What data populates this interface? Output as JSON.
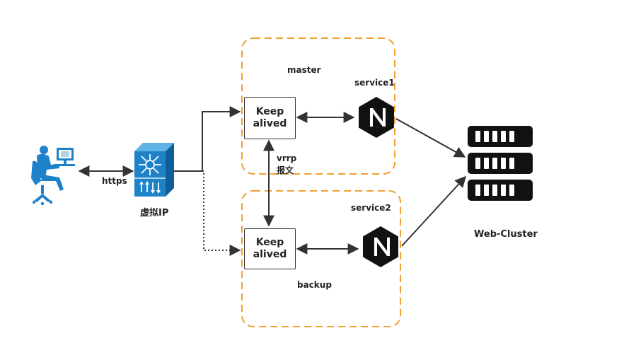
{
  "labels": {
    "master": "master",
    "backup": "backup",
    "service1": "service1",
    "service2": "service2",
    "keepalived_master_line1": "Keep",
    "keepalived_master_line2": "alived",
    "keepalived_backup_line1": "Keep",
    "keepalived_backup_line2": "alived",
    "vrrp_line1": "vrrp",
    "vrrp_line2": "报文",
    "https": "https",
    "virtual_ip": "虚拟IP",
    "web_cluster": "Web-Cluster"
  },
  "colors": {
    "group_border": "#f0a030",
    "arrow": "#333333",
    "user": "#1e82c8",
    "switch": "#1e82c8",
    "nginx": "#111111",
    "server": "#111111"
  },
  "icons": {
    "user": "user-at-computer-icon",
    "switch": "layer3-switch-icon",
    "nginx_master": "nginx-icon",
    "nginx_backup": "nginx-icon",
    "web_cluster": "server-rack-icon"
  }
}
